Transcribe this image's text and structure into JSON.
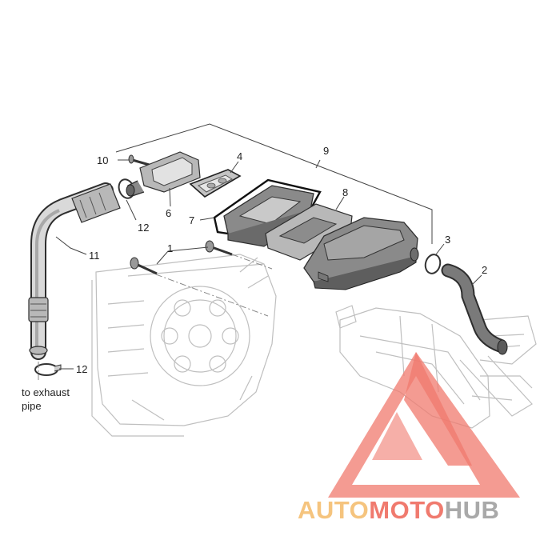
{
  "callouts": {
    "c1": "1",
    "c2": "2",
    "c3": "3",
    "c4": "4",
    "c6": "6",
    "c7": "7",
    "c8": "8",
    "c9": "9",
    "c10": "10",
    "c11": "11",
    "c12a": "12",
    "c12b": "12"
  },
  "note": {
    "line1": "to exhaust",
    "line2": "pipe"
  },
  "watermark": {
    "part1": "AUTO",
    "part2": "MOTO",
    "part3": "HUB",
    "colors": {
      "auto": "#f5c47e",
      "moto": "#f07a6e",
      "hub": "#a9a9a9",
      "triangle": "#f07a6e"
    }
  }
}
